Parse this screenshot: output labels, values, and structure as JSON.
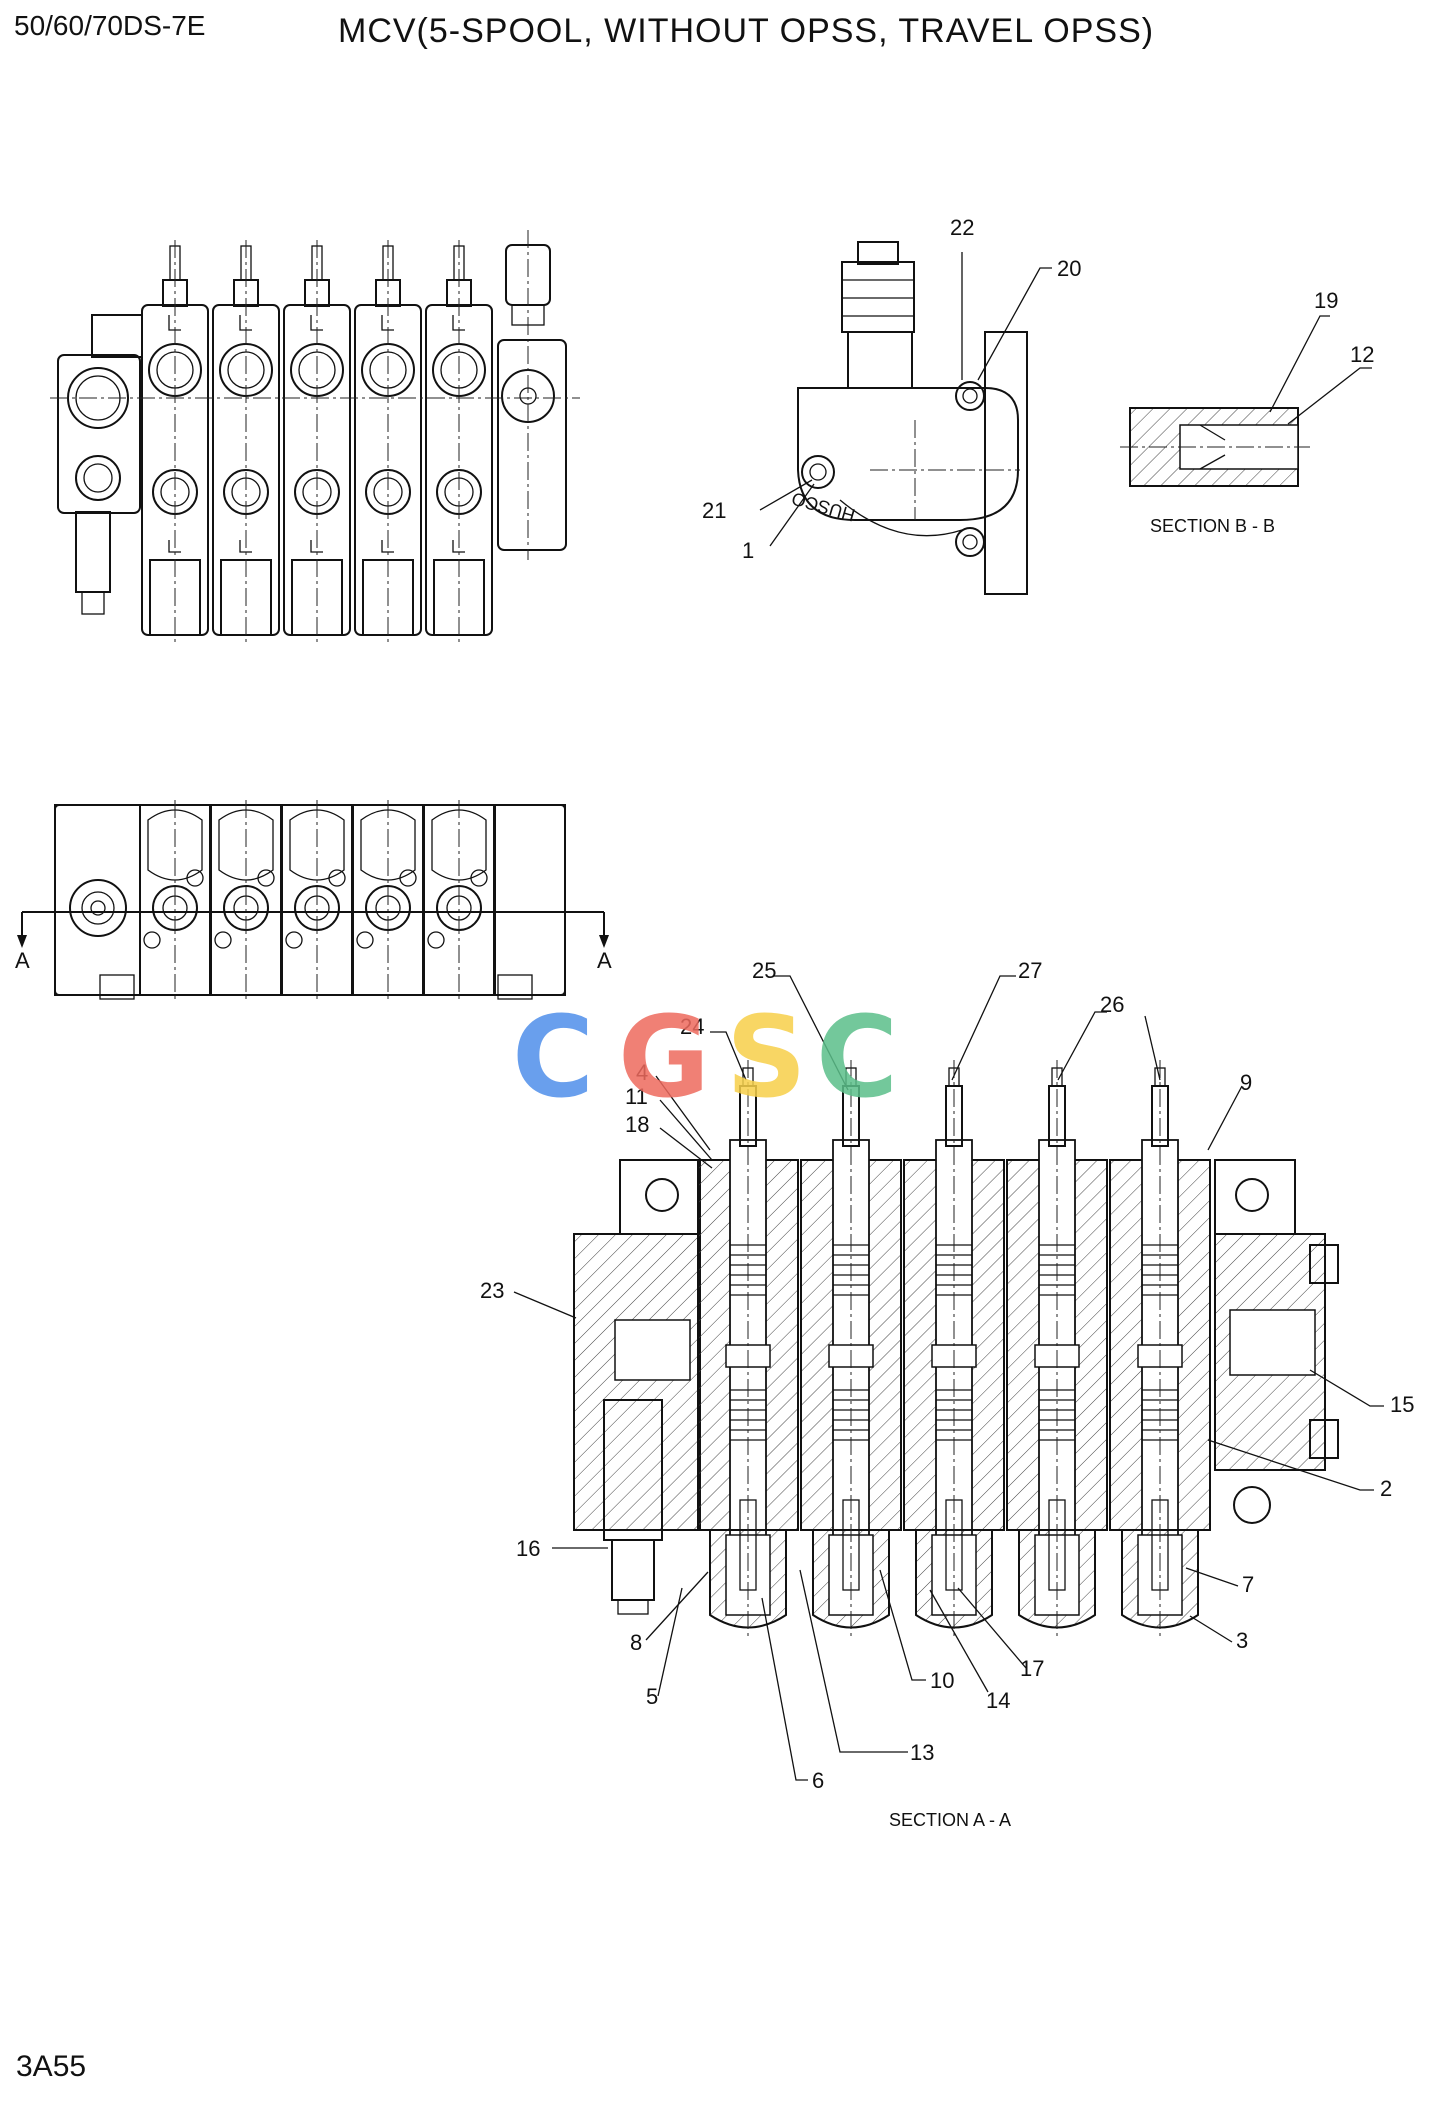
{
  "header": {
    "model": "50/60/70DS-7E",
    "title": "MCV(5-SPOOL, WITHOUT OPSS, TRAVEL OPSS)"
  },
  "footer": {
    "page_id": "3A55"
  },
  "captions": {
    "section_bb": "SECTION B - B",
    "section_aa": "SECTION A - A"
  },
  "section_markers": {
    "left": "A",
    "right": "A"
  },
  "stamp": "HUSCO",
  "watermark": {
    "letters": [
      "C",
      "G",
      "S",
      "C"
    ],
    "colors": [
      "#4f8fea",
      "#ee6a5e",
      "#f7d04a",
      "#5bbf8a"
    ]
  },
  "callouts": {
    "side_view": [
      "22",
      "20",
      "21",
      "1"
    ],
    "section_bb": [
      "19",
      "12"
    ],
    "section_aa": [
      "25",
      "27",
      "26",
      "24",
      "4",
      "11",
      "18",
      "9",
      "23",
      "15",
      "2",
      "16",
      "7",
      "3",
      "8",
      "5",
      "10",
      "17",
      "14",
      "13",
      "6"
    ]
  },
  "colors": {
    "line": "#111111",
    "background": "#ffffff"
  }
}
